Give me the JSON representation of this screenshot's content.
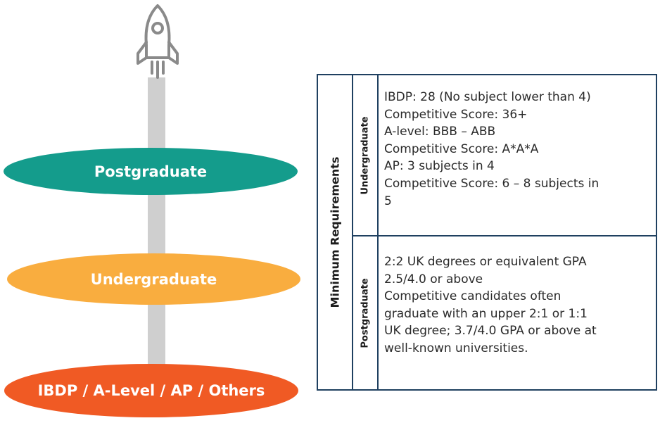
{
  "levels": {
    "postgraduate": "Postgraduate",
    "undergraduate": "Undergraduate",
    "base": "IBDP / A-Level / AP / Others"
  },
  "table": {
    "main_label": "Minimum Requirements",
    "rows": [
      {
        "label": "Undergraduate",
        "lines": [
          "IBDP: 28 (No subject lower than 4)",
          "Competitive Score: 36+",
          "A-level: BBB – ABB",
          "Competitive Score: A*A*A",
          "AP: 3 subjects in 4",
          "Competitive Score: 6 – 8 subjects in",
          "5"
        ]
      },
      {
        "label": "Postgraduate",
        "lines": [
          "2:2 UK degrees or equivalent GPA",
          "2.5/4.0 or above",
          "Competitive candidates often",
          "graduate with an upper 2:1 or 1:1",
          "UK degree; 3.7/4.0 GPA or above at",
          "well-known universities."
        ]
      }
    ]
  },
  "colors": {
    "postgraduate": "#149c8c",
    "undergraduate": "#f9ad3f",
    "base": "#f05a24",
    "pillar": "#cfcfcf",
    "table_border": "#1f4060"
  },
  "icons": {
    "top": "rocket-icon"
  }
}
